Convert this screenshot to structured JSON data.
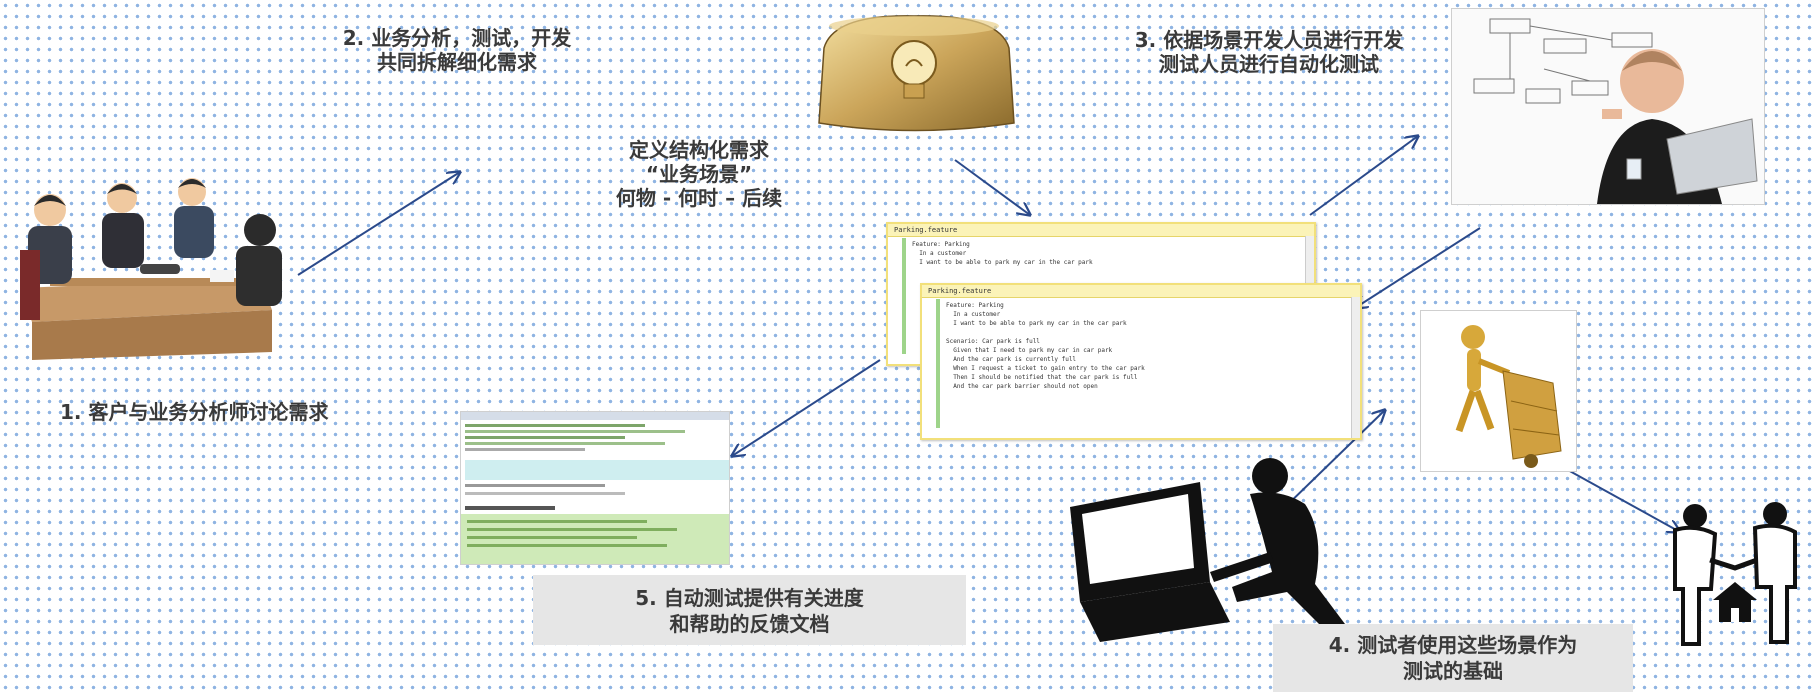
{
  "steps": {
    "s1": "1. 客户与业务分析师讨论需求",
    "s2_line1": "2. 业务分析，测试，开发",
    "s2_line2": "共同拆解细化需求",
    "s3_line1": "3. 依据场景开发人员进行开发",
    "s3_line2": "测试人员进行自动化测试",
    "s4_line1": "4. 测试者使用这些场景作为",
    "s4_line2": "测试的基础",
    "s5_line1": "5. 自动测试提供有关进度",
    "s5_line2": "和帮助的反馈文档"
  },
  "center_note": {
    "line1": "定义结构化需求",
    "line2": "“业务场景”",
    "line3": "何物 - 何时 – 后续"
  },
  "colors": {
    "arrow": "#2b4a8b",
    "box_bg": "#e6e6e6",
    "dots": "#8fb4e2",
    "text": "#3a3a3a"
  },
  "icons": [
    "meeting-people-illustration",
    "lightbulb-box-illustration",
    "presenter-laptop-photo",
    "feature-file-window",
    "test-report-window",
    "golden-figure-hand-truck",
    "computer-user-silhouette",
    "handshake-house-icon"
  ]
}
